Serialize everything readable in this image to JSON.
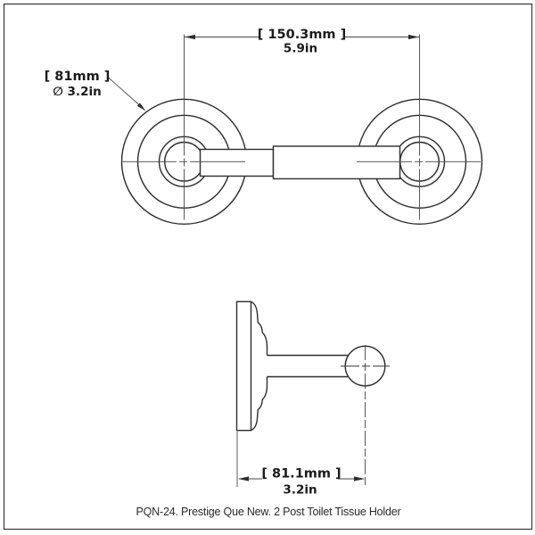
{
  "page": {
    "background": "#ffffff",
    "border_color": "#383838",
    "object_line_color": "#2d2d2d",
    "dimension_line_color": "#474747",
    "text_color": "#1b1b1b"
  },
  "annotations": {
    "width": {
      "metric": "[ 150.3mm ]",
      "imperial": "5.9in"
    },
    "post_diameter": {
      "metric": "[ 81mm ]",
      "imperial": "∅ 3.2in"
    },
    "projection": {
      "metric": "[ 81.1mm ]",
      "imperial": "3.2in"
    }
  },
  "caption": "PQN-24. Prestige Que New. 2 Post Toilet Tissue Holder"
}
